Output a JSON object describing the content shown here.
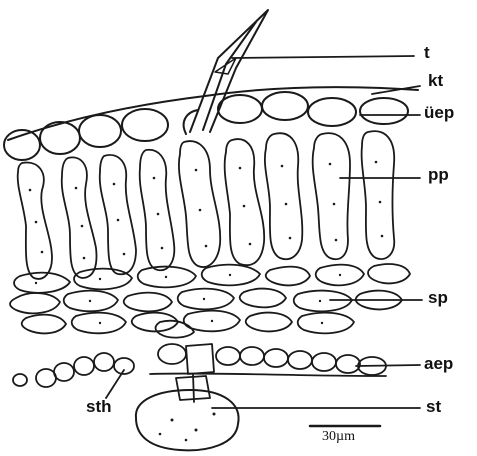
{
  "figure": {
    "labels": {
      "t": "t",
      "kt": "kt",
      "uep": "üep",
      "pp": "pp",
      "sp": "sp",
      "aep": "aep",
      "sth": "sth",
      "st": "st"
    },
    "scale_bar": "30µm"
  },
  "style": {
    "ink": "#1a1a1a",
    "paper": "#ffffff"
  }
}
